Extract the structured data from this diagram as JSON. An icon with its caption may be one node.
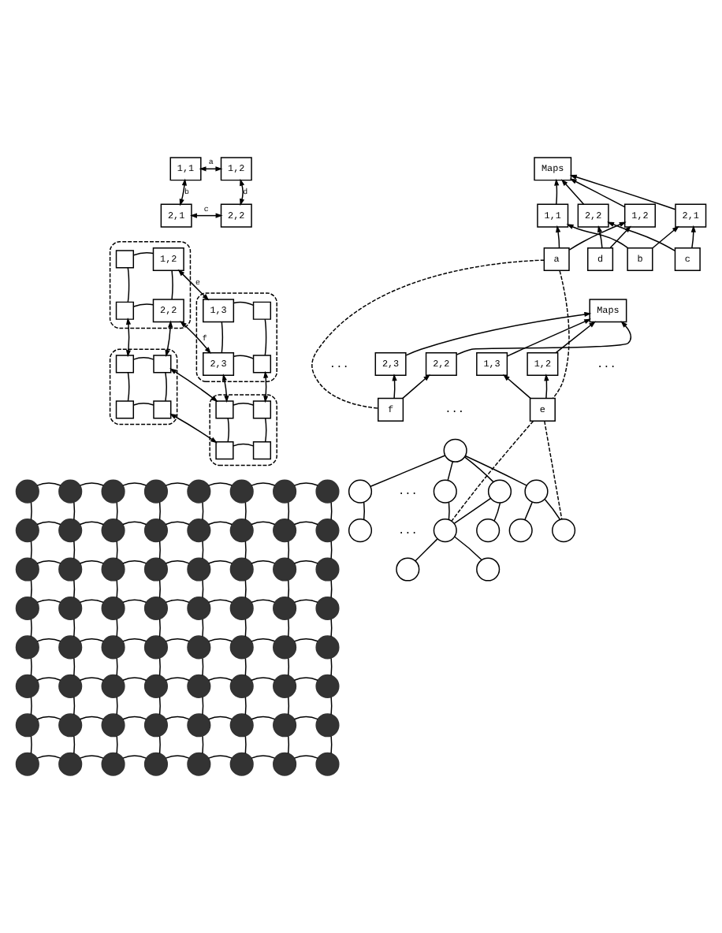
{
  "diagram": {
    "nodes": [
      {
        "text": [
          "1,1"
        ]
      },
      {
        "text": [
          "1,2"
        ]
      },
      {
        "text": [
          "2,1"
        ]
      },
      {
        "text": [
          "2,2"
        ]
      },
      {
        "text": [],
        "shape": "box"
      },
      {
        "text": [],
        "shape": "box",
        "in": 4
      },
      {
        "text": [
          "1,2"
        ],
        "in": 4
      },
      {
        "text": [],
        "shape": "box",
        "in": 4
      },
      {
        "text": [
          "2,2"
        ],
        "in": 4
      },
      {
        "text": [],
        "shape": "box"
      },
      {
        "text": [
          "1,3"
        ],
        "in": 9
      },
      {
        "text": [],
        "shape": "box",
        "in": 9
      },
      {
        "text": [
          "2,3"
        ],
        "in": 9
      },
      {
        "text": [],
        "shape": "box",
        "in": 9
      },
      {
        "text": [],
        "shape": "box"
      },
      {
        "text": [],
        "shape": "box",
        "in": 14
      },
      {
        "text": [],
        "shape": "box",
        "in": 14
      },
      {
        "text": [],
        "shape": "box",
        "in": 14
      },
      {
        "text": [],
        "shape": "box",
        "in": 14
      },
      {
        "text": [],
        "shape": "box"
      },
      {
        "text": [],
        "shape": "box",
        "in": 19
      },
      {
        "text": [],
        "shape": "box",
        "in": 19
      },
      {
        "text": [],
        "shape": "box",
        "in": 19
      },
      {
        "text": [],
        "shape": "box",
        "in": 19
      },
      {
        "text": [
          "Maps"
        ]
      },
      {
        "text": [
          "1,1"
        ]
      },
      {
        "text": [
          "1,2"
        ]
      },
      {
        "text": [
          "2,1"
        ]
      },
      {
        "text": [
          "2,2"
        ]
      },
      {
        "text": [
          "a"
        ]
      },
      {
        "text": [
          "b"
        ]
      },
      {
        "text": [
          "c"
        ]
      },
      {
        "text": [
          "d"
        ]
      },
      {
        "text": [
          "Maps"
        ]
      },
      {
        "text": [
          "1,2"
        ]
      },
      {
        "text": [
          "1,3"
        ]
      },
      {
        "text": [
          "2,2"
        ]
      },
      {
        "text": [
          "2,3"
        ]
      },
      {
        "text": [
          "e"
        ]
      },
      {
        "text": [
          "f"
        ]
      },
      {
        "text": [],
        "shape": "circle"
      },
      {
        "text": [],
        "shape": "circle"
      },
      {
        "text": [],
        "shape": "circle"
      },
      {
        "text": [],
        "shape": "circle"
      },
      {
        "text": [],
        "shape": "circle"
      },
      {
        "text": [],
        "shape": "circle"
      },
      {
        "text": [],
        "shape": "circle"
      },
      {
        "text": [],
        "shape": "circle"
      },
      {
        "text": [],
        "shape": "circle"
      },
      {
        "text": [],
        "shape": "circle"
      },
      {
        "text": [],
        "shape": "circle"
      },
      {
        "text": [],
        "shape": "circle"
      },
      {
        "text": [],
        "shape": "circle"
      },
      {
        "text": [],
        "shape": "circle"
      },
      {
        "text": [],
        "shape": "circle"
      },
      {
        "text": [],
        "shape": "circle"
      },
      {
        "text": [],
        "shape": "circle"
      },
      {
        "text": [],
        "shape": "circle"
      },
      {
        "text": [],
        "shape": "circle"
      },
      {
        "text": [],
        "shape": "circle"
      },
      {
        "text": [],
        "shape": "circle"
      },
      {
        "text": [],
        "shape": "circle"
      },
      {
        "text": [],
        "shape": "circle"
      },
      {
        "text": [],
        "shape": "circle"
      },
      {
        "text": [],
        "shape": "circle"
      },
      {
        "text": [],
        "shape": "circle"
      },
      {
        "text": [],
        "shape": "circle"
      },
      {
        "text": [],
        "shape": "circle"
      },
      {
        "text": [],
        "shape": "circle"
      },
      {
        "text": [],
        "shape": "circle"
      },
      {
        "text": [],
        "shape": "circle"
      },
      {
        "text": [],
        "shape": "circle"
      },
      {
        "text": [],
        "shape": "circle"
      },
      {
        "text": [],
        "shape": "circle"
      },
      {
        "text": [],
        "shape": "circle"
      },
      {
        "text": [],
        "shape": "circle"
      },
      {
        "text": [],
        "shape": "circle"
      },
      {
        "text": [],
        "shape": "circle"
      },
      {
        "text": [],
        "shape": "circle"
      },
      {
        "text": [],
        "shape": "circle"
      },
      {
        "text": [],
        "shape": "circle"
      },
      {
        "text": [],
        "shape": "circle"
      },
      {
        "text": [],
        "shape": "circle"
      },
      {
        "text": [],
        "shape": "circle"
      },
      {
        "text": [],
        "shape": "circle"
      },
      {
        "text": [],
        "shape": "circle"
      },
      {
        "text": [],
        "shape": "circle"
      },
      {
        "text": [],
        "shape": "circle"
      },
      {
        "text": [],
        "shape": "circle"
      },
      {
        "text": [],
        "shape": "circle"
      },
      {
        "text": [],
        "shape": "circle"
      },
      {
        "text": [],
        "shape": "circle"
      },
      {
        "text": [],
        "shape": "circle"
      },
      {
        "text": [],
        "shape": "circle"
      },
      {
        "text": [],
        "shape": "circle"
      },
      {
        "text": [],
        "shape": "circle"
      },
      {
        "text": [],
        "shape": "circle"
      },
      {
        "text": [],
        "shape": "circle"
      },
      {
        "text": [],
        "shape": "circle"
      },
      {
        "text": [],
        "shape": "circle"
      },
      {
        "text": [],
        "shape": "circle"
      },
      {
        "text": [],
        "shape": "circle"
      },
      {
        "text": [],
        "shape": "circle"
      },
      {
        "text": [],
        "shape": "circle"
      },
      {
        "text": [],
        "shape": "circle"
      },
      {
        "text": [],
        "shape": "circle"
      },
      {
        "text": [],
        "shape": "circle"
      },
      {
        "text": [],
        "shape": "circle"
      },
      {
        "text": [],
        "shape": "circle"
      },
      {
        "text": [],
        "shape": "circle"
      },
      {
        "text": [],
        "shape": "circle"
      },
      {
        "text": [],
        "shape": "circle"
      },
      {
        "text": [],
        "shape": "circle"
      },
      {
        "text": [],
        "shape": "circle"
      },
      {
        "text": [],
        "shape": "circle"
      },
      {
        "text": [],
        "shape": "circle"
      }
    ],
    "edges": [
      {
        "from": 0,
        "to": 1,
        "arrow": "both",
        "label": "a"
      },
      {
        "from": 0,
        "to": 2,
        "arrow": "both",
        "label": "b"
      },
      {
        "from": 2,
        "to": 3,
        "arrow": "both",
        "label": "c"
      },
      {
        "from": 1,
        "to": 3,
        "arrow": "both",
        "label": "d"
      },
      {
        "from": 5,
        "to": 6,
        "arrow": "none"
      },
      {
        "from": 5,
        "to": 7,
        "arrow": "none"
      },
      {
        "from": 6,
        "to": 8,
        "arrow": "none"
      },
      {
        "from": 7,
        "to": 8,
        "arrow": "none"
      },
      {
        "from": 10,
        "to": 11,
        "arrow": "none"
      },
      {
        "from": 10,
        "to": 12,
        "arrow": "none"
      },
      {
        "from": 11,
        "to": 13,
        "arrow": "none"
      },
      {
        "from": 12,
        "to": 13,
        "arrow": "none"
      },
      {
        "from": 15,
        "to": 16,
        "arrow": "none"
      },
      {
        "from": 15,
        "to": 17,
        "arrow": "none"
      },
      {
        "from": 16,
        "to": 18,
        "arrow": "none"
      },
      {
        "from": 17,
        "to": 18,
        "arrow": "none"
      },
      {
        "from": 20,
        "to": 21,
        "arrow": "none"
      },
      {
        "from": 20,
        "to": 22,
        "arrow": "none"
      },
      {
        "from": 21,
        "to": 23,
        "arrow": "none"
      },
      {
        "from": 22,
        "to": 23,
        "arrow": "none"
      },
      {
        "from": 6,
        "to": 10,
        "arrow": "both",
        "label": "e"
      },
      {
        "from": 8,
        "to": 12,
        "arrow": "both",
        "label": "f"
      },
      {
        "from": 7,
        "to": 15,
        "arrow": "both"
      },
      {
        "from": 8,
        "to": 16,
        "arrow": "both"
      },
      {
        "from": 12,
        "to": 20,
        "arrow": "both"
      },
      {
        "from": 13,
        "to": 21,
        "arrow": "both"
      },
      {
        "from": 16,
        "to": 20,
        "arrow": "both"
      },
      {
        "from": 18,
        "to": 22,
        "arrow": "both"
      },
      {
        "from": 25,
        "to": 24,
        "arrow": "to"
      },
      {
        "from": 26,
        "to": 24,
        "arrow": "to"
      },
      {
        "from": 27,
        "to": 24,
        "arrow": "to"
      },
      {
        "from": 28,
        "to": 24,
        "arrow": "to"
      },
      {
        "from": 29,
        "to": 25,
        "arrow": "to"
      },
      {
        "from": 29,
        "to": 26,
        "arrow": "to"
      },
      {
        "from": 30,
        "to": 25,
        "arrow": "to"
      },
      {
        "from": 30,
        "to": 27,
        "arrow": "to"
      },
      {
        "from": 31,
        "to": 27,
        "arrow": "to"
      },
      {
        "from": 31,
        "to": 28,
        "arrow": "to"
      },
      {
        "from": 32,
        "to": 26,
        "arrow": "to"
      },
      {
        "from": 32,
        "to": 28,
        "arrow": "to"
      },
      {
        "from": 29,
        "to": 38,
        "arrow": "none",
        "style": "dashed"
      },
      {
        "from": 29,
        "to": 39,
        "arrow": "none",
        "style": "dashed"
      },
      {
        "from": 34,
        "to": 33,
        "arrow": "to"
      },
      {
        "from": 35,
        "to": 33,
        "arrow": "to"
      },
      {
        "from": 36,
        "to": 33,
        "arrow": "to"
      },
      {
        "from": 37,
        "to": 33,
        "arrow": "to"
      },
      {
        "from": 38,
        "to": 34,
        "arrow": "to"
      },
      {
        "from": 38,
        "to": 35,
        "arrow": "to"
      },
      {
        "from": 39,
        "to": 36,
        "arrow": "to"
      },
      {
        "from": 39,
        "to": 37,
        "arrow": "to"
      },
      {
        "from": 38,
        "to": 46,
        "arrow": "none",
        "style": "dashed"
      },
      {
        "from": 38,
        "to": 47,
        "arrow": "none",
        "style": "dashed"
      },
      {
        "from": 40,
        "to": 41,
        "arrow": "none"
      },
      {
        "from": 40,
        "to": 42,
        "arrow": "none"
      },
      {
        "from": 40,
        "to": 43,
        "arrow": "none"
      },
      {
        "from": 40,
        "to": 44,
        "arrow": "none"
      },
      {
        "from": 41,
        "to": 45,
        "arrow": "none"
      },
      {
        "from": 41,
        "to": 46,
        "arrow": "none"
      },
      {
        "from": 42,
        "to": 46,
        "arrow": "none"
      },
      {
        "from": 43,
        "to": 47,
        "arrow": "none"
      },
      {
        "from": 43,
        "to": 48,
        "arrow": "none"
      },
      {
        "from": 44,
        "to": 49,
        "arrow": "none"
      },
      {
        "from": 46,
        "to": 50,
        "arrow": "none"
      },
      {
        "from": 46,
        "to": 51,
        "arrow": "none"
      },
      {
        "from": 52,
        "to": 53,
        "arrow": "none"
      },
      {
        "from": 53,
        "to": 54,
        "arrow": "none"
      },
      {
        "from": 54,
        "to": 55,
        "arrow": "none"
      },
      {
        "from": 55,
        "to": 56,
        "arrow": "none"
      },
      {
        "from": 56,
        "to": 57,
        "arrow": "none"
      },
      {
        "from": 57,
        "to": 58,
        "arrow": "none"
      },
      {
        "from": 58,
        "to": 59,
        "arrow": "none"
      },
      {
        "from": 52,
        "to": 60,
        "arrow": "none"
      },
      {
        "from": 53,
        "to": 61,
        "arrow": "none"
      },
      {
        "from": 54,
        "to": 62,
        "arrow": "none"
      },
      {
        "from": 55,
        "to": 63,
        "arrow": "none"
      },
      {
        "from": 56,
        "to": 64,
        "arrow": "none"
      },
      {
        "from": 57,
        "to": 65,
        "arrow": "none"
      },
      {
        "from": 58,
        "to": 66,
        "arrow": "none"
      },
      {
        "from": 59,
        "to": 67,
        "arrow": "none"
      },
      {
        "from": 60,
        "to": 61,
        "arrow": "none"
      },
      {
        "from": 61,
        "to": 62,
        "arrow": "none"
      },
      {
        "from": 62,
        "to": 63,
        "arrow": "none"
      },
      {
        "from": 63,
        "to": 64,
        "arrow": "none"
      },
      {
        "from": 64,
        "to": 65,
        "arrow": "none"
      },
      {
        "from": 65,
        "to": 66,
        "arrow": "none"
      },
      {
        "from": 66,
        "to": 67,
        "arrow": "none"
      },
      {
        "from": 60,
        "to": 68,
        "arrow": "none"
      },
      {
        "from": 61,
        "to": 69,
        "arrow": "none"
      },
      {
        "from": 62,
        "to": 70,
        "arrow": "none"
      },
      {
        "from": 63,
        "to": 71,
        "arrow": "none"
      },
      {
        "from": 64,
        "to": 72,
        "arrow": "none"
      },
      {
        "from": 65,
        "to": 73,
        "arrow": "none"
      },
      {
        "from": 66,
        "to": 74,
        "arrow": "none"
      },
      {
        "from": 67,
        "to": 75,
        "arrow": "none"
      },
      {
        "from": 68,
        "to": 69,
        "arrow": "none"
      },
      {
        "from": 69,
        "to": 70,
        "arrow": "none"
      },
      {
        "from": 70,
        "to": 71,
        "arrow": "none"
      },
      {
        "from": 71,
        "to": 72,
        "arrow": "none"
      },
      {
        "from": 72,
        "to": 73,
        "arrow": "none"
      },
      {
        "from": 73,
        "to": 74,
        "arrow": "none"
      },
      {
        "from": 74,
        "to": 75,
        "arrow": "none"
      },
      {
        "from": 68,
        "to": 76,
        "arrow": "none"
      },
      {
        "from": 69,
        "to": 77,
        "arrow": "none"
      },
      {
        "from": 70,
        "to": 78,
        "arrow": "none"
      },
      {
        "from": 71,
        "to": 79,
        "arrow": "none"
      },
      {
        "from": 72,
        "to": 80,
        "arrow": "none"
      },
      {
        "from": 73,
        "to": 81,
        "arrow": "none"
      },
      {
        "from": 74,
        "to": 82,
        "arrow": "none"
      },
      {
        "from": 75,
        "to": 83,
        "arrow": "none"
      },
      {
        "from": 76,
        "to": 77,
        "arrow": "none"
      },
      {
        "from": 77,
        "to": 78,
        "arrow": "none"
      },
      {
        "from": 78,
        "to": 79,
        "arrow": "none"
      },
      {
        "from": 79,
        "to": 80,
        "arrow": "none"
      },
      {
        "from": 80,
        "to": 81,
        "arrow": "none"
      },
      {
        "from": 81,
        "to": 82,
        "arrow": "none"
      },
      {
        "from": 82,
        "to": 83,
        "arrow": "none"
      },
      {
        "from": 76,
        "to": 84,
        "arrow": "none"
      },
      {
        "from": 77,
        "to": 85,
        "arrow": "none"
      },
      {
        "from": 78,
        "to": 86,
        "arrow": "none"
      },
      {
        "from": 79,
        "to": 87,
        "arrow": "none"
      },
      {
        "from": 80,
        "to": 88,
        "arrow": "none"
      },
      {
        "from": 81,
        "to": 89,
        "arrow": "none"
      },
      {
        "from": 82,
        "to": 90,
        "arrow": "none"
      },
      {
        "from": 83,
        "to": 91,
        "arrow": "none"
      },
      {
        "from": 84,
        "to": 85,
        "arrow": "none"
      },
      {
        "from": 85,
        "to": 86,
        "arrow": "none"
      },
      {
        "from": 86,
        "to": 87,
        "arrow": "none"
      },
      {
        "from": 87,
        "to": 88,
        "arrow": "none"
      },
      {
        "from": 88,
        "to": 89,
        "arrow": "none"
      },
      {
        "from": 89,
        "to": 90,
        "arrow": "none"
      },
      {
        "from": 90,
        "to": 91,
        "arrow": "none"
      },
      {
        "from": 84,
        "to": 92,
        "arrow": "none"
      },
      {
        "from": 85,
        "to": 93,
        "arrow": "none"
      },
      {
        "from": 86,
        "to": 94,
        "arrow": "none"
      },
      {
        "from": 87,
        "to": 95,
        "arrow": "none"
      },
      {
        "from": 88,
        "to": 96,
        "arrow": "none"
      },
      {
        "from": 89,
        "to": 97,
        "arrow": "none"
      },
      {
        "from": 90,
        "to": 98,
        "arrow": "none"
      },
      {
        "from": 91,
        "to": 99,
        "arrow": "none"
      },
      {
        "from": 92,
        "to": 93,
        "arrow": "none"
      },
      {
        "from": 93,
        "to": 94,
        "arrow": "none"
      },
      {
        "from": 94,
        "to": 95,
        "arrow": "none"
      },
      {
        "from": 95,
        "to": 96,
        "arrow": "none"
      },
      {
        "from": 96,
        "to": 97,
        "arrow": "none"
      },
      {
        "from": 97,
        "to": 98,
        "arrow": "none"
      },
      {
        "from": 98,
        "to": 99,
        "arrow": "none"
      },
      {
        "from": 92,
        "to": 100,
        "arrow": "none"
      },
      {
        "from": 93,
        "to": 101,
        "arrow": "none"
      },
      {
        "from": 94,
        "to": 102,
        "arrow": "none"
      },
      {
        "from": 95,
        "to": 103,
        "arrow": "none"
      },
      {
        "from": 96,
        "to": 104,
        "arrow": "none"
      },
      {
        "from": 97,
        "to": 105,
        "arrow": "none"
      },
      {
        "from": 98,
        "to": 106,
        "arrow": "none"
      },
      {
        "from": 99,
        "to": 107,
        "arrow": "none"
      },
      {
        "from": 100,
        "to": 101,
        "arrow": "none"
      },
      {
        "from": 101,
        "to": 102,
        "arrow": "none"
      },
      {
        "from": 102,
        "to": 103,
        "arrow": "none"
      },
      {
        "from": 103,
        "to": 104,
        "arrow": "none"
      },
      {
        "from": 104,
        "to": 105,
        "arrow": "none"
      },
      {
        "from": 105,
        "to": 106,
        "arrow": "none"
      },
      {
        "from": 106,
        "to": 107,
        "arrow": "none"
      },
      {
        "from": 100,
        "to": 108,
        "arrow": "none"
      },
      {
        "from": 101,
        "to": 109,
        "arrow": "none"
      },
      {
        "from": 102,
        "to": 110,
        "arrow": "none"
      },
      {
        "from": 103,
        "to": 111,
        "arrow": "none"
      },
      {
        "from": 104,
        "to": 112,
        "arrow": "none"
      },
      {
        "from": 105,
        "to": 113,
        "arrow": "none"
      },
      {
        "from": 106,
        "to": 114,
        "arrow": "none"
      },
      {
        "from": 107,
        "to": 115,
        "arrow": "none"
      },
      {
        "from": 108,
        "to": 109,
        "arrow": "none"
      },
      {
        "from": 109,
        "to": 110,
        "arrow": "none"
      },
      {
        "from": 110,
        "to": 111,
        "arrow": "none"
      },
      {
        "from": 111,
        "to": 112,
        "arrow": "none"
      },
      {
        "from": 112,
        "to": 113,
        "arrow": "none"
      },
      {
        "from": 113,
        "to": 114,
        "arrow": "none"
      },
      {
        "from": 114,
        "to": 115,
        "arrow": "none"
      }
    ],
    "labels": [
      "...",
      "...",
      "...",
      "...",
      "..."
    ]
  }
}
